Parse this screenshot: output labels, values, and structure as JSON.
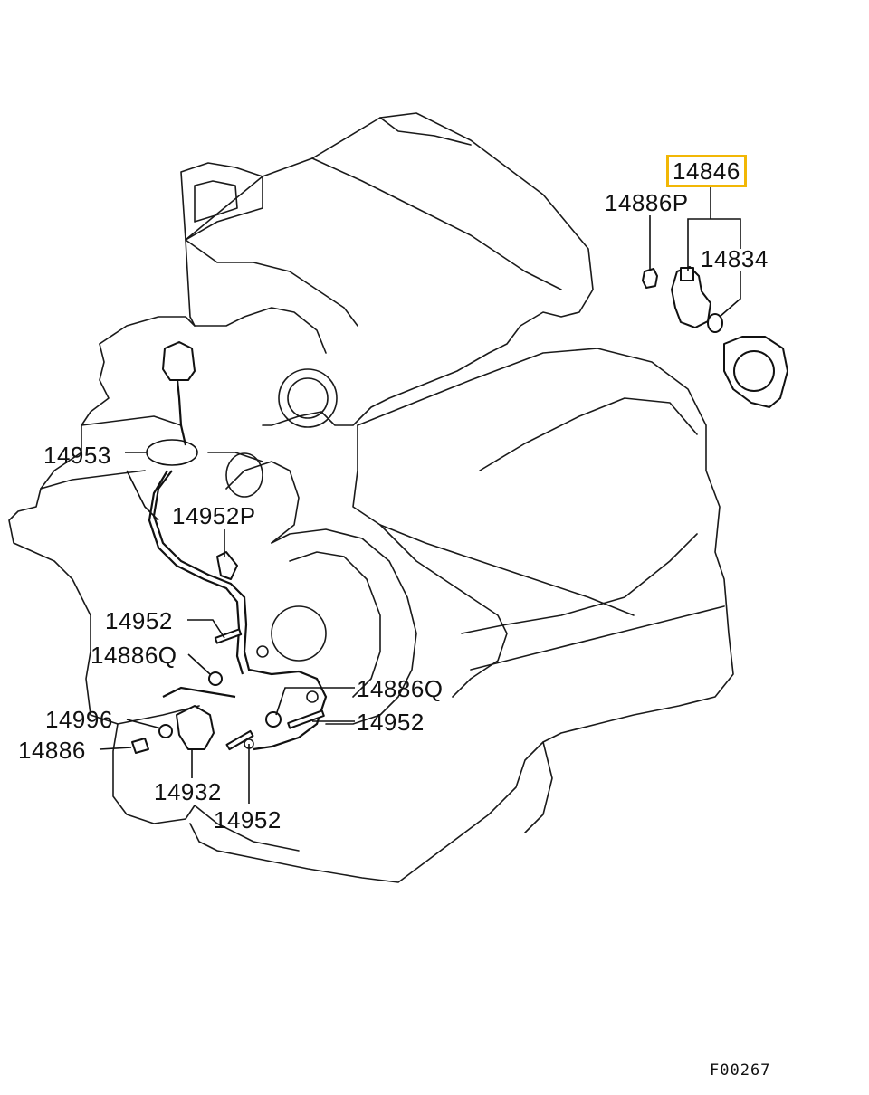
{
  "parts": {
    "p14846": "14846",
    "p14886P": "14886P",
    "p14834": "14834",
    "p14953": "14953",
    "p14952P": "14952P",
    "p14952a": "14952",
    "p14886Qa": "14886Q",
    "p14886Qb": "14886Q",
    "p14952b": "14952",
    "p14996": "14996",
    "p14886": "14886",
    "p14932": "14932",
    "p14952c": "14952"
  },
  "figure_code": "F00267",
  "colors": {
    "highlight": "#f2b705",
    "line": "#111111"
  }
}
